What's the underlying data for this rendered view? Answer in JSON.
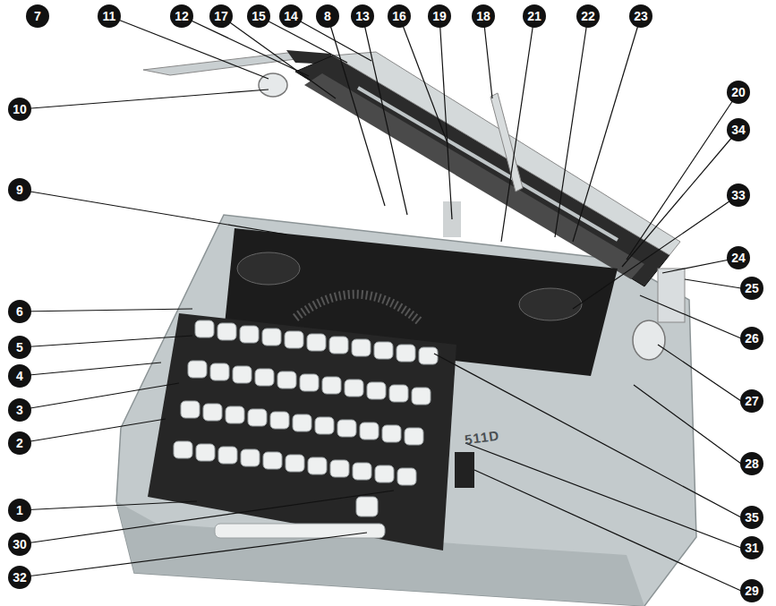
{
  "diagram": {
    "labels": [
      "7",
      "11",
      "12",
      "17",
      "15",
      "14",
      "8",
      "13",
      "16",
      "19",
      "18",
      "21",
      "22",
      "23",
      "20",
      "10",
      "34",
      "9",
      "33",
      "24",
      "25",
      "6",
      "26",
      "5",
      "4",
      "27",
      "3",
      "2",
      "28",
      "1",
      "35",
      "30",
      "31",
      "32",
      "29",
      "511D"
    ]
  }
}
